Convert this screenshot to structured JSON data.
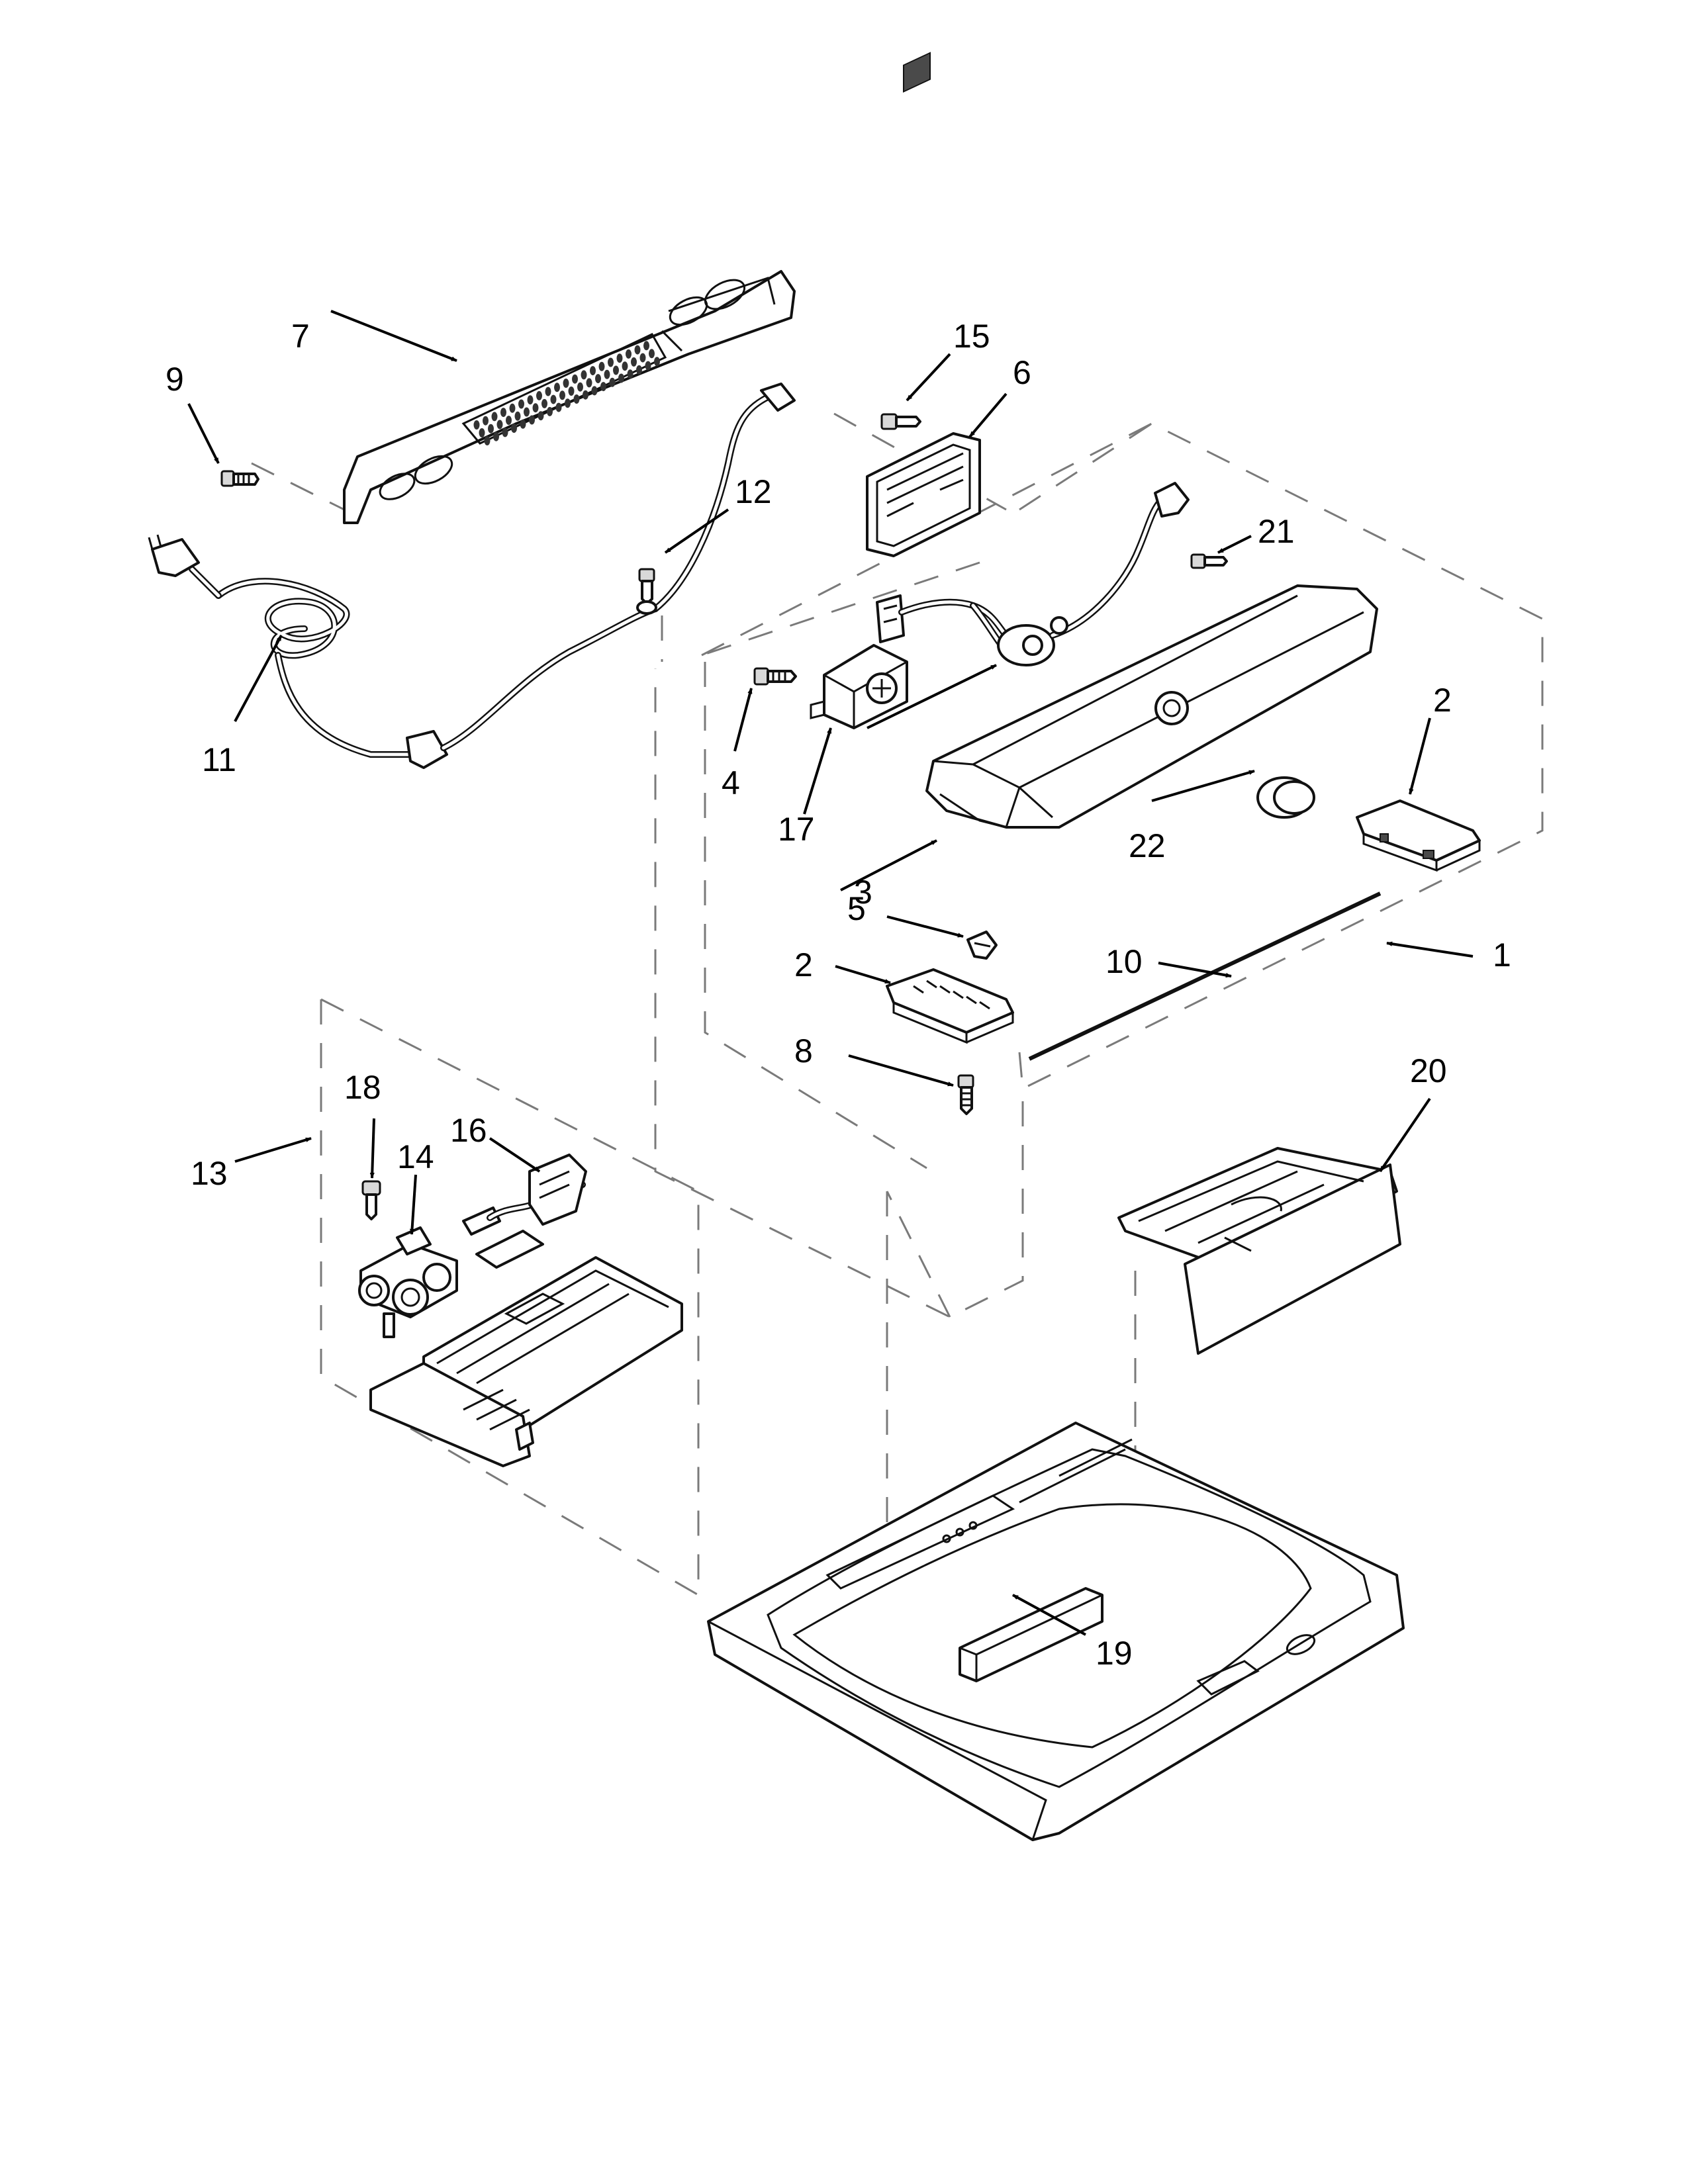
{
  "callouts": [
    "1",
    "2",
    "2",
    "3",
    "4",
    "5",
    "6",
    "7",
    "8",
    "9",
    "10",
    "11",
    "12",
    "13",
    "14",
    "15",
    "16",
    "17",
    "18",
    "19",
    "20",
    "21",
    "22"
  ],
  "colors": {
    "line": "#111111",
    "dash": "#7a7a7a",
    "background": "#ffffff"
  }
}
